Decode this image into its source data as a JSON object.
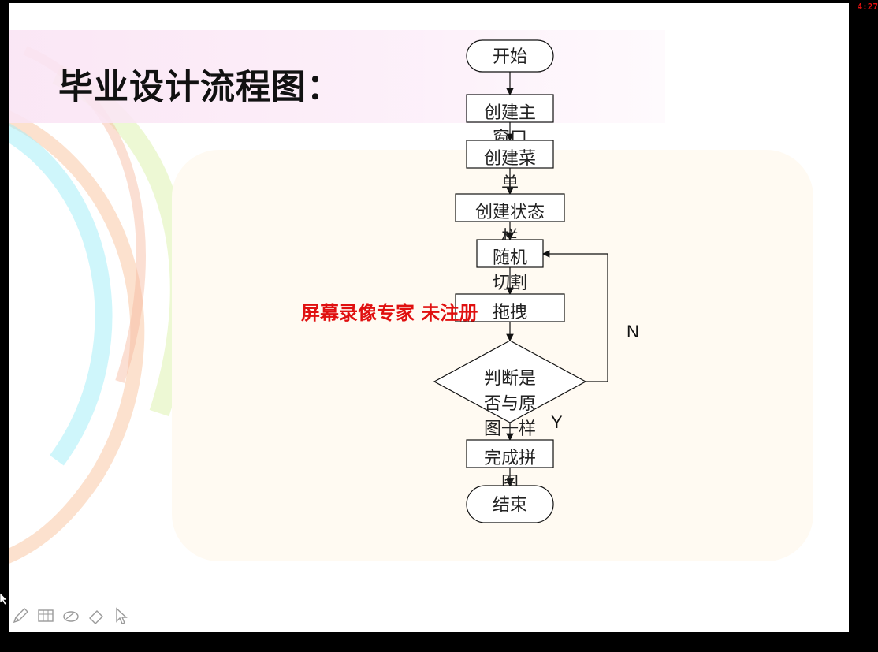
{
  "slide": {
    "title": "毕业设计流程图："
  },
  "flowchart": {
    "nodes": [
      {
        "id": "start",
        "shape": "terminal",
        "lines": [
          "开始"
        ]
      },
      {
        "id": "create-main-window",
        "shape": "process",
        "lines": [
          "创建主",
          "窗口"
        ]
      },
      {
        "id": "create-menu",
        "shape": "process",
        "lines": [
          "创建菜",
          "单"
        ]
      },
      {
        "id": "create-status-bar",
        "shape": "process",
        "lines": [
          "创建状态",
          "栏"
        ]
      },
      {
        "id": "random-cut",
        "shape": "process",
        "lines": [
          "随机",
          "切割"
        ]
      },
      {
        "id": "drag",
        "shape": "process",
        "lines": [
          "拖拽"
        ]
      },
      {
        "id": "check-match",
        "shape": "decision",
        "lines": [
          "判断是",
          "否与原",
          "图一样"
        ]
      },
      {
        "id": "complete-puzzle",
        "shape": "process",
        "lines": [
          "完成拼",
          "图"
        ]
      },
      {
        "id": "end",
        "shape": "terminal",
        "lines": [
          "结束"
        ]
      }
    ],
    "branch_labels": {
      "no": "N",
      "yes": "Y"
    }
  },
  "overlay": {
    "watermark": "屏幕录像专家  未注册",
    "timer": "4:27"
  },
  "toolbar": {
    "tools": [
      {
        "name": "pen-tool",
        "icon": "pen-icon"
      },
      {
        "name": "canvas-tool",
        "icon": "grid-icon"
      },
      {
        "name": "highlighter-tool",
        "icon": "highlighter-icon"
      },
      {
        "name": "eraser-tool",
        "icon": "eraser-icon"
      },
      {
        "name": "pointer-tool",
        "icon": "cursor-icon"
      }
    ]
  },
  "colors": {
    "watermark": "#e01010",
    "accent_pink": "#f6e0f0",
    "panel_cream": "#fffaf2"
  }
}
